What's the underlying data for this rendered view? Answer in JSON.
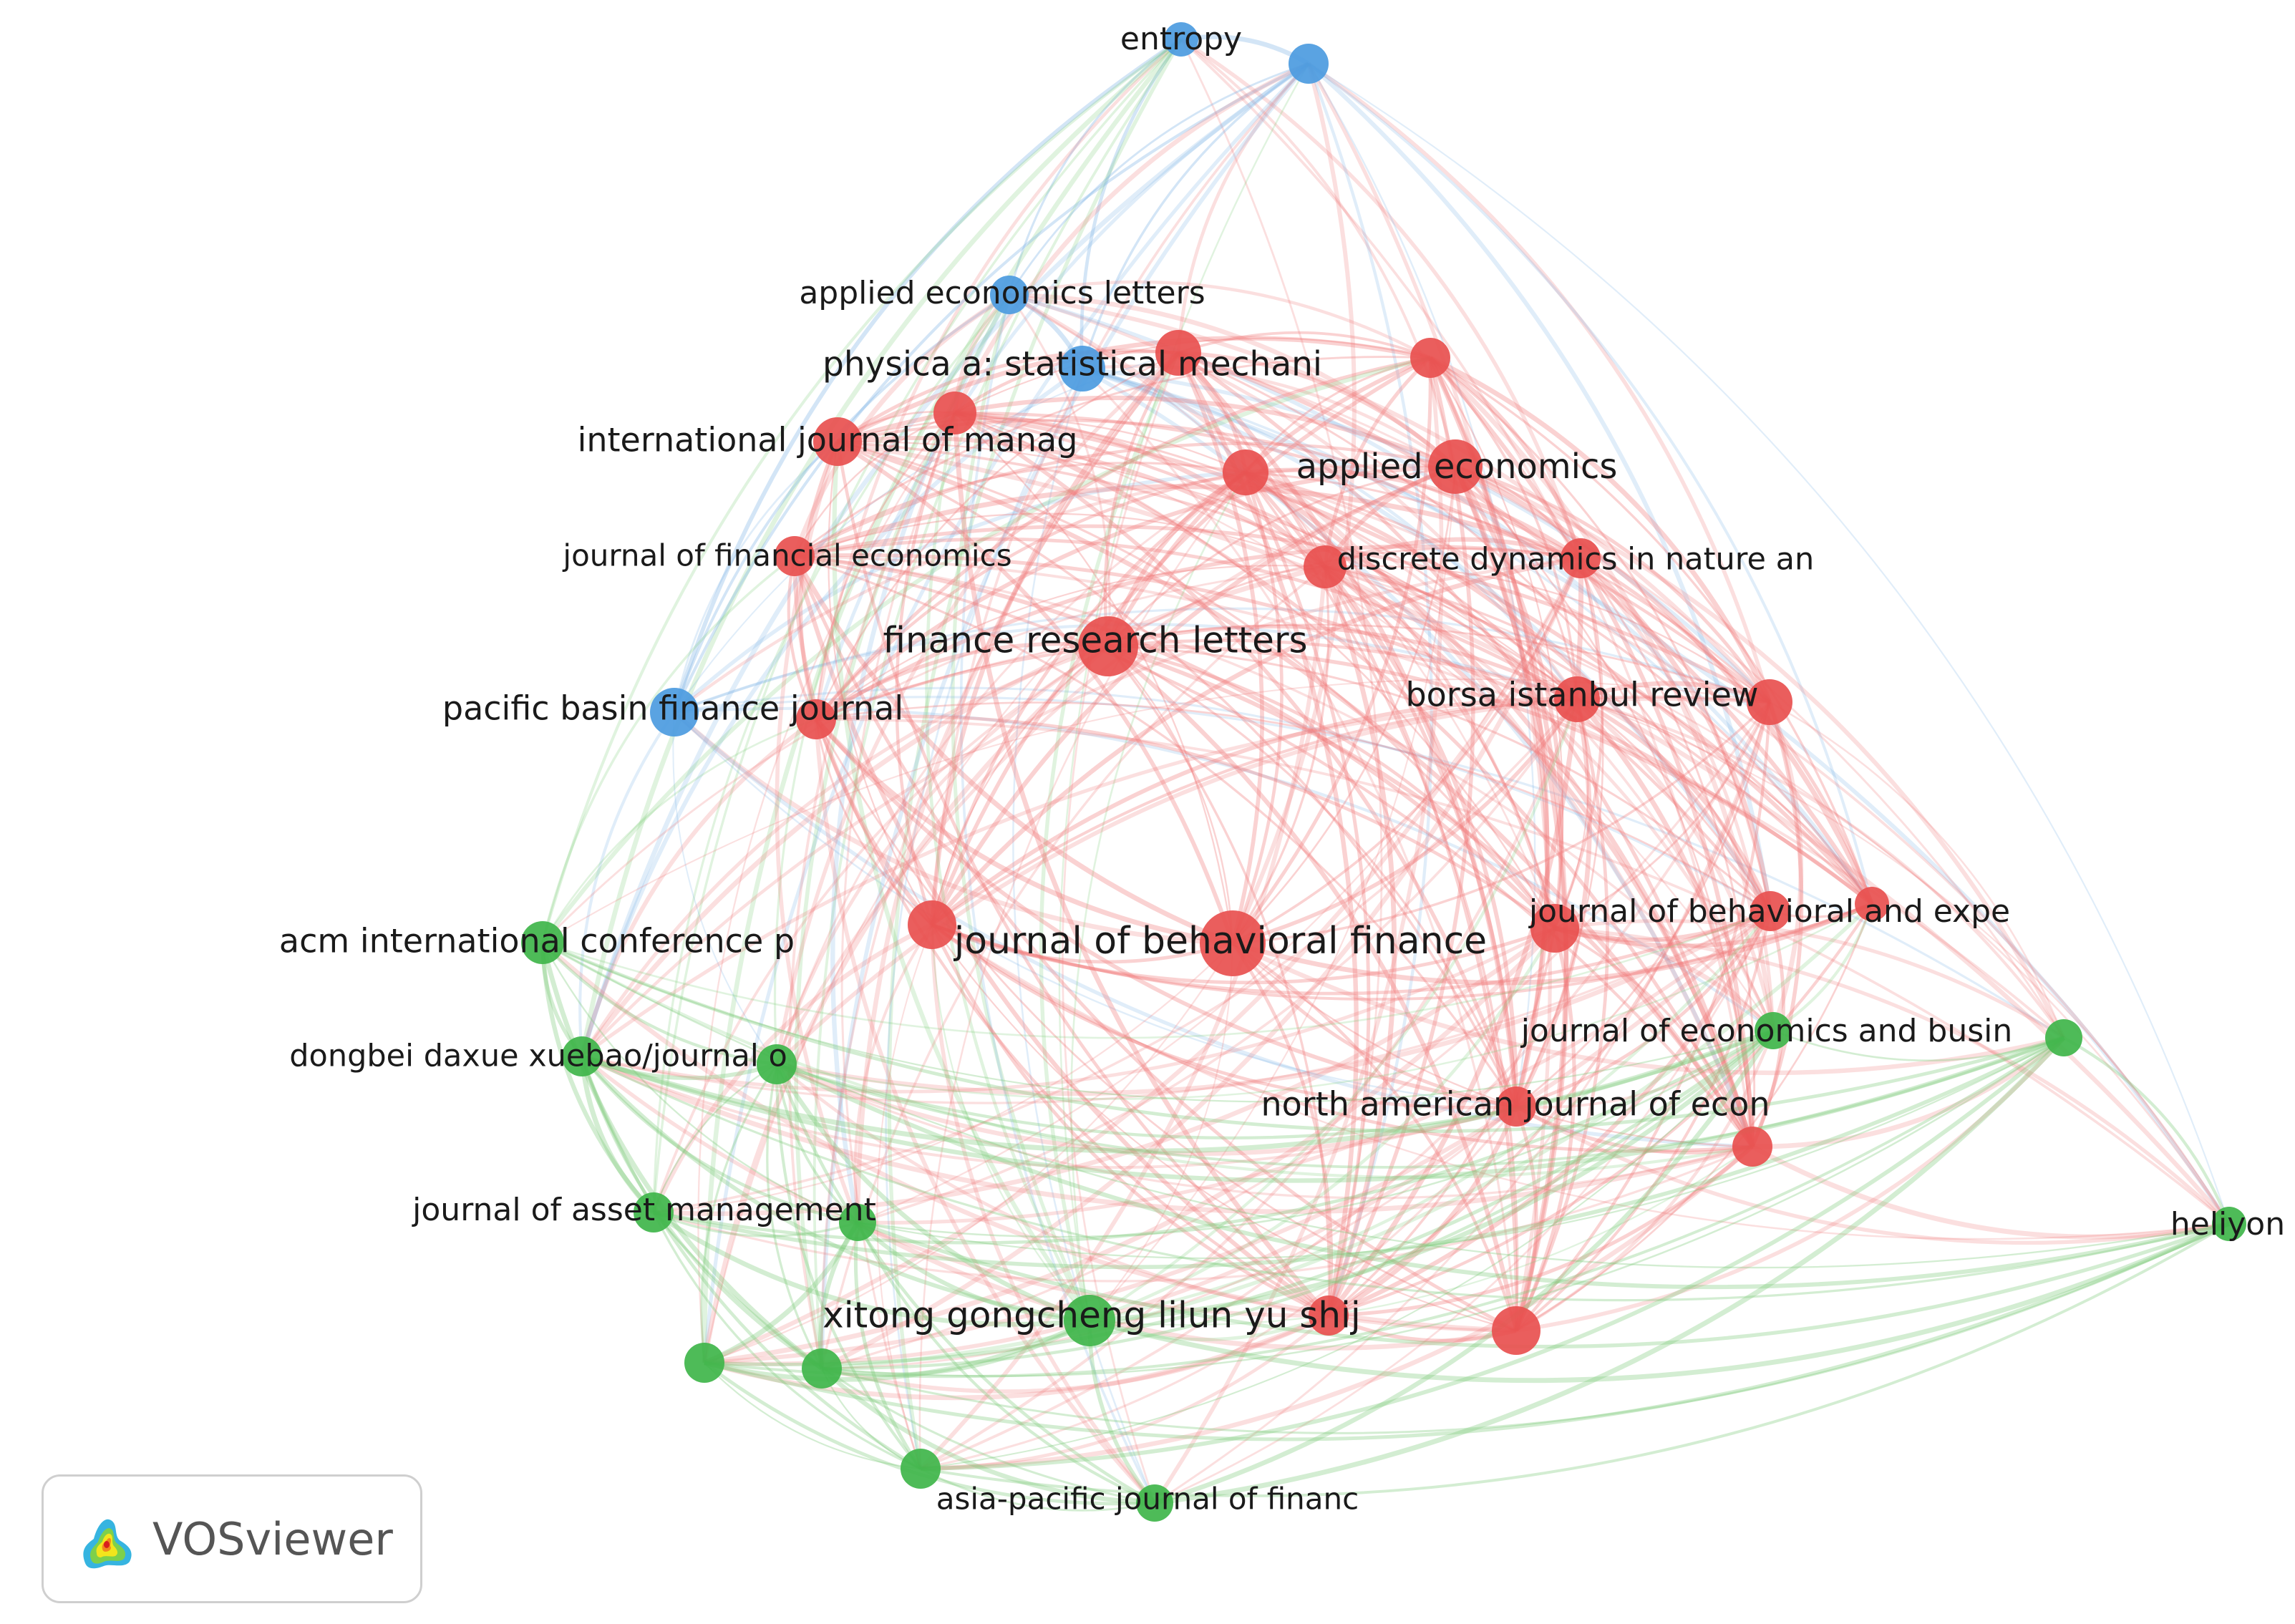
{
  "colors": {
    "red": "#e8504f",
    "green": "#3fb54a",
    "blue": "#4c9be0",
    "edge_red": "#ef7b7a",
    "edge_green": "#7dcb7a",
    "edge_blue": "#7fb2e6"
  },
  "nodes": [
    {
      "id": "entropy",
      "label": "entropy",
      "cluster": "blue"
    },
    {
      "id": "blue-top-right",
      "label": "",
      "cluster": "blue"
    },
    {
      "id": "applied-economics-letters",
      "label": "applied economics letters",
      "cluster": "blue"
    },
    {
      "id": "physica-a",
      "label": "physica a: statistical mechani",
      "cluster": "blue"
    },
    {
      "id": "pacific-basin",
      "label": "pacific basin finance journal",
      "cluster": "blue"
    },
    {
      "id": "red-near-physica",
      "label": "",
      "cluster": "red"
    },
    {
      "id": "red-top-right",
      "label": "",
      "cluster": "red"
    },
    {
      "id": "red-upper-left",
      "label": "",
      "cluster": "red"
    },
    {
      "id": "intl-journal-manag",
      "label": "international journal of manag",
      "cluster": "red"
    },
    {
      "id": "red-mid-top",
      "label": "",
      "cluster": "red"
    },
    {
      "id": "applied-economics",
      "label": "applied economics",
      "cluster": "red"
    },
    {
      "id": "journal-financial-economics",
      "label": "journal of financial economics",
      "cluster": "red"
    },
    {
      "id": "discrete-dynamics",
      "label": "discrete dynamics in nature an",
      "cluster": "red"
    },
    {
      "id": "red-right-upper",
      "label": "",
      "cluster": "red"
    },
    {
      "id": "finance-research-letters",
      "label": "finance research letters",
      "cluster": "red"
    },
    {
      "id": "borsa-istanbul",
      "label": "borsa istanbul review",
      "cluster": "red"
    },
    {
      "id": "red-far-right",
      "label": "",
      "cluster": "red"
    },
    {
      "id": "red-left-mid",
      "label": "",
      "cluster": "red"
    },
    {
      "id": "red-center-left",
      "label": "",
      "cluster": "red"
    },
    {
      "id": "journal-behavioral-finance",
      "label": "journal of behavioral finance",
      "cluster": "red"
    },
    {
      "id": "red-right-mid",
      "label": "",
      "cluster": "red"
    },
    {
      "id": "journal-behavioral-expe",
      "label": "journal of behavioral and expe",
      "cluster": "red"
    },
    {
      "id": "red-small-right",
      "label": "",
      "cluster": "red"
    },
    {
      "id": "north-american",
      "label": "north american journal of econ",
      "cluster": "red"
    },
    {
      "id": "red-lower-right",
      "label": "",
      "cluster": "red"
    },
    {
      "id": "red-bottom",
      "label": "",
      "cluster": "red"
    },
    {
      "id": "red-bottom-mid",
      "label": "",
      "cluster": "red"
    },
    {
      "id": "acm-international",
      "label": "acm international conference p",
      "cluster": "green"
    },
    {
      "id": "dongbei-daxue",
      "label": "dongbei daxue xuebao/journal o",
      "cluster": "green"
    },
    {
      "id": "green-center-left",
      "label": "",
      "cluster": "green"
    },
    {
      "id": "journal-economics-busin",
      "label": "journal of economics and busin",
      "cluster": "green"
    },
    {
      "id": "green-far-right",
      "label": "",
      "cluster": "green"
    },
    {
      "id": "journal-asset-management",
      "label": "journal of asset management",
      "cluster": "green"
    },
    {
      "id": "green-mid-lower",
      "label": "",
      "cluster": "green"
    },
    {
      "id": "heliyon",
      "label": "heliyon",
      "cluster": "green"
    },
    {
      "id": "xitong-gongcheng",
      "label": "xitong gongcheng lilun yu shij",
      "cluster": "green"
    },
    {
      "id": "green-bottom-left",
      "label": "",
      "cluster": "green"
    },
    {
      "id": "green-bottom-left2",
      "label": "",
      "cluster": "green"
    },
    {
      "id": "green-bottom",
      "label": "",
      "cluster": "green"
    },
    {
      "id": "asia-pacific",
      "label": "asia-pacific journal of financ",
      "cluster": "green"
    }
  ],
  "logo": {
    "text": "VOSviewer",
    "icon": "vosviewer-heatmap-icon"
  }
}
